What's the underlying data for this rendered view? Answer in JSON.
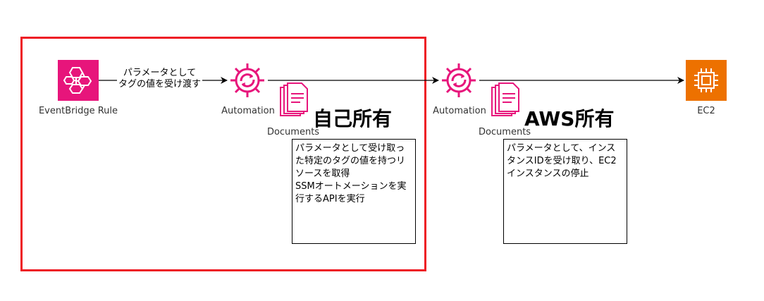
{
  "nodes": {
    "eventbridge": {
      "label": "EventBridge Rule",
      "color": "#e7157b",
      "icon": "eventbridge-icon"
    },
    "automation_left": {
      "label": "Automation",
      "color": "#e7157b",
      "icon": "automation-icon"
    },
    "documents_left": {
      "label": "Documents",
      "color": "#e7157b",
      "icon": "documents-icon"
    },
    "automation_right": {
      "label": "Automation",
      "color": "#e7157b",
      "icon": "automation-icon"
    },
    "documents_right": {
      "label": "Documents",
      "color": "#e7157b",
      "icon": "documents-icon"
    },
    "ec2": {
      "label": "EC2",
      "color": "#ed7100",
      "icon": "ec2-instance-icon"
    }
  },
  "edges": {
    "eventbridge_to_automation": {
      "line1": "パラメータとして",
      "line2": "タグの値を受け渡す"
    }
  },
  "boxes": {
    "self_owned": {
      "title": "自己所有",
      "text": "パラメータとして受け取った特定のタグの値を持つリソースを取得\nSSMオートメーションを実行するAPIを実行"
    },
    "aws_owned": {
      "title": "AWS所有",
      "text": "パラメータとして、インスタンスIDを受け取り、EC2インスタンスの停止"
    }
  },
  "colors": {
    "frame": "#ee1c25",
    "arrow": "#000000"
  }
}
